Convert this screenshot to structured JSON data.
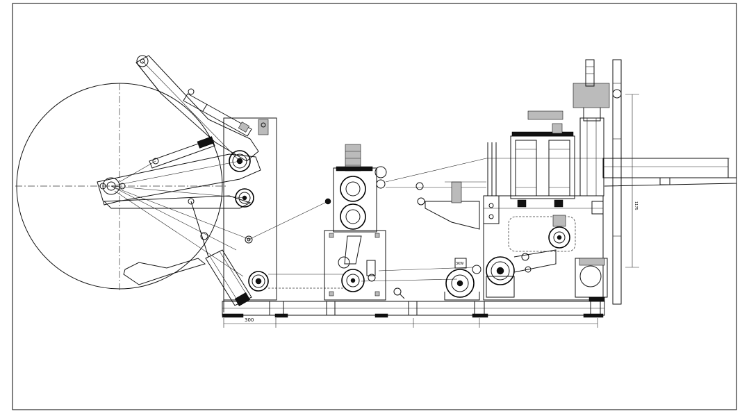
{
  "drawing": {
    "dimensions": {
      "width_base": "300",
      "height_right": "1175"
    },
    "labels": {
      "motor_left": "3KW"
    }
  }
}
